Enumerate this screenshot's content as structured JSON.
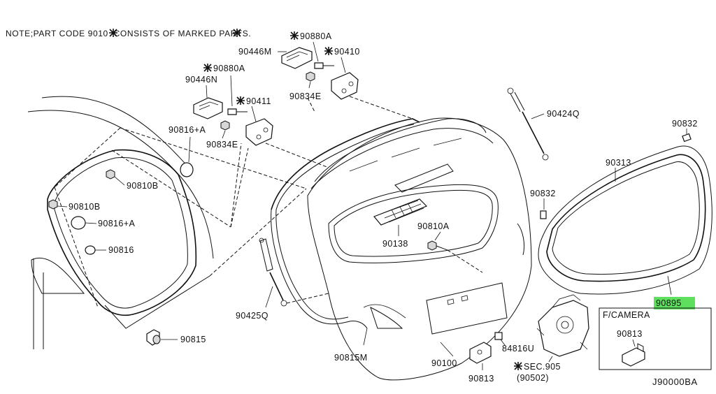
{
  "note": "NOTE;PART CODE 9010\u0000CONSISTS OF MARKED    PARTS.",
  "note_display": "NOTE;PART CODE 9010  CONSISTS OF MARKED    PARTS.",
  "diagram_code": "J90000BA",
  "camera_box": {
    "title": "F/CAMERA",
    "part": "90813"
  },
  "highlight_color": "#5ee05e",
  "parts": {
    "p90880A_top": "90880A",
    "p90446M": "90446M",
    "p90410": "90410",
    "p90834E_top": "90834E",
    "p90880A_mid": "90880A",
    "p90446N": "90446N",
    "p90411": "90411",
    "p90834E_mid": "90834E",
    "p90816A_top": "90816+A",
    "p90810B_1": "90810B",
    "p90810B_2": "90810B",
    "p90816A_2": "90816+A",
    "p90816": "90816",
    "p90815": "90815",
    "p90424Q": "90424Q",
    "p90832_top": "90832",
    "p90313": "90313",
    "p90832_mid": "90832",
    "p90138": "90138",
    "p90810A": "90810A",
    "p90425Q": "90425Q",
    "p90815M": "90815M",
    "p90100": "90100",
    "p84816U": "84816U",
    "p90813": "90813",
    "sec905": "SEC.905",
    "sec905_sub": "(90502)",
    "p90895": "90895"
  }
}
